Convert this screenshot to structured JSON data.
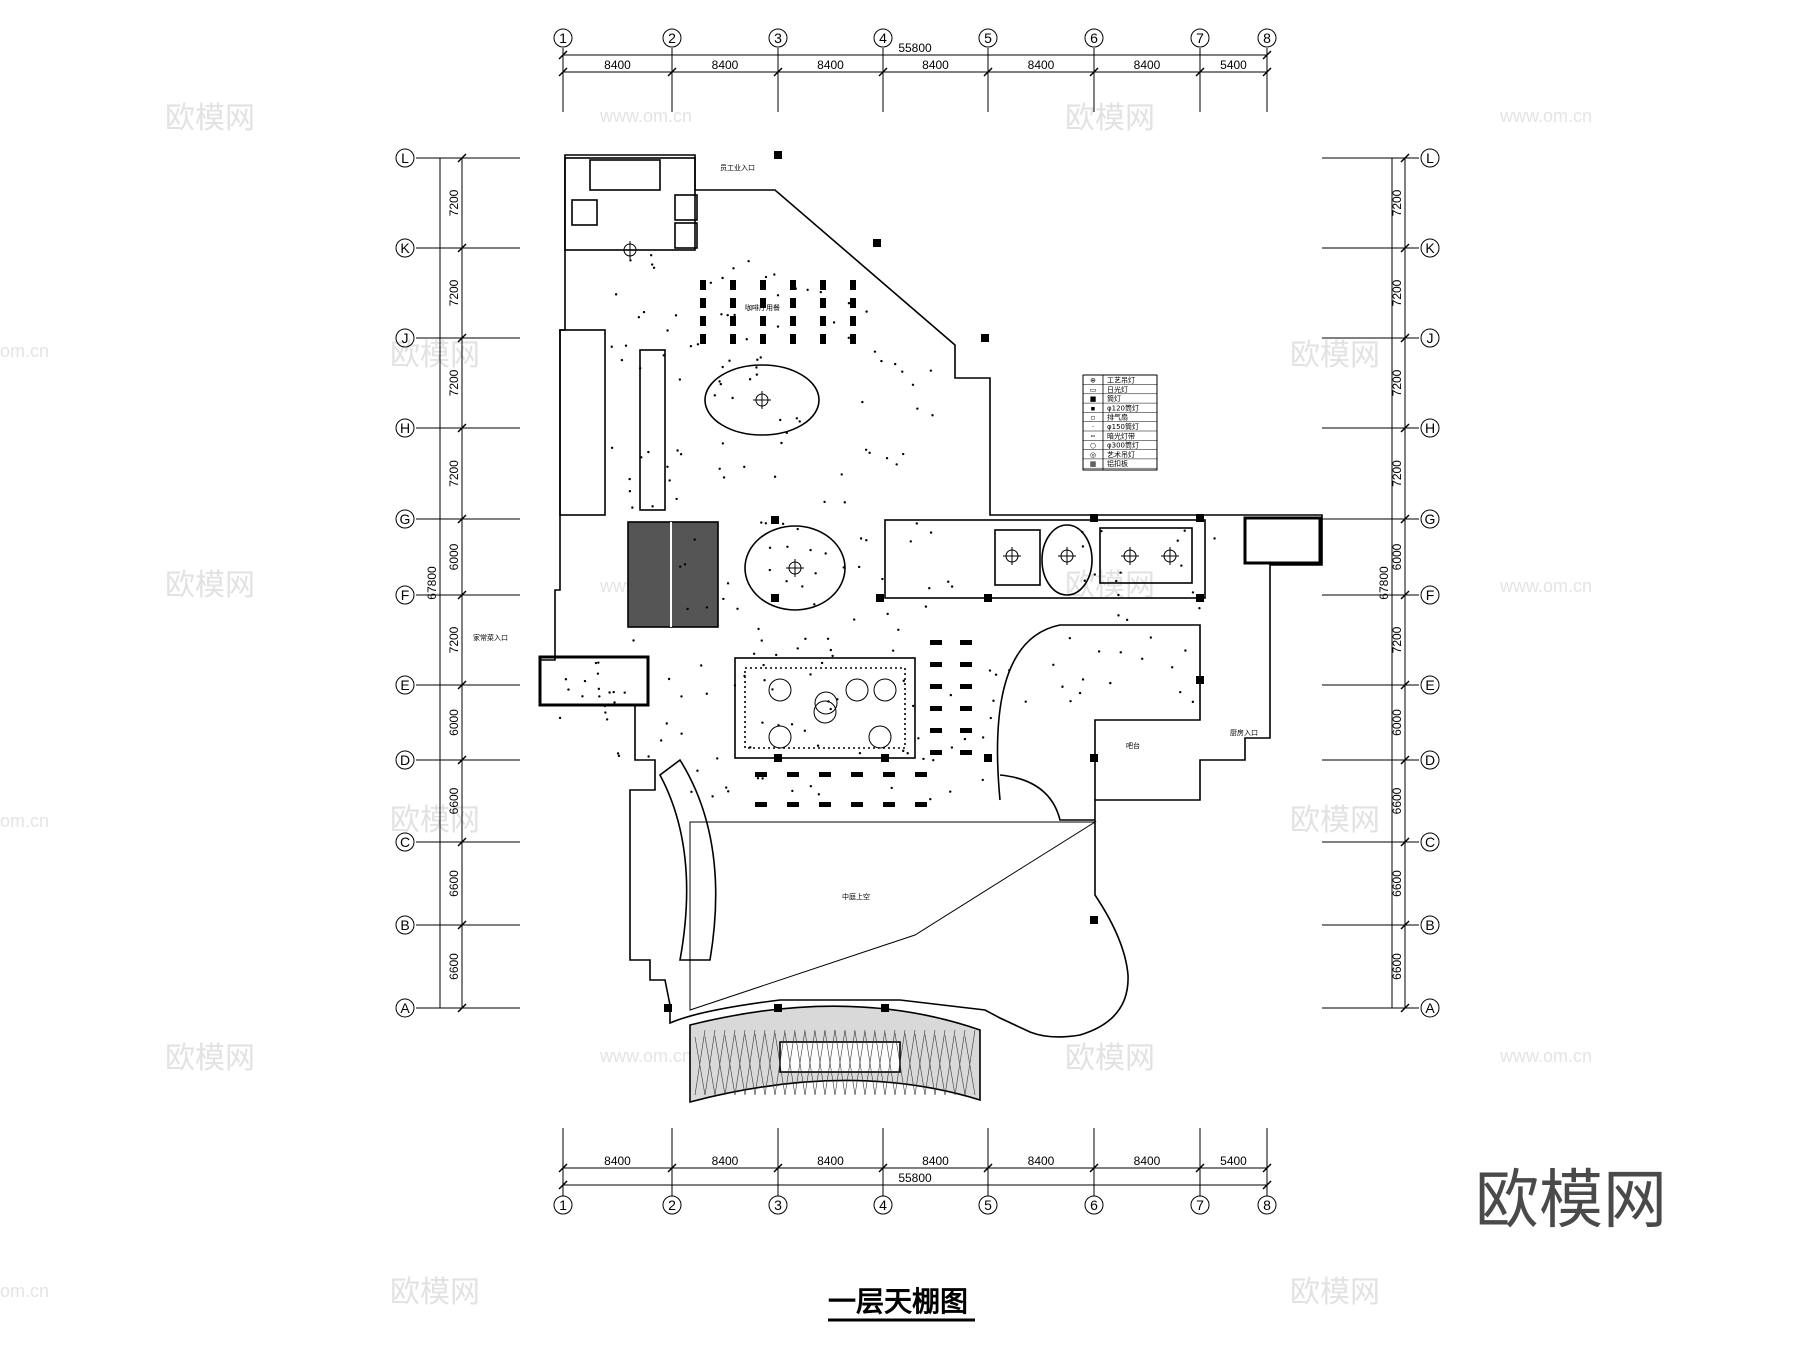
{
  "drawing": {
    "title": "一层天棚图",
    "logo": "欧模网"
  },
  "grid": {
    "columns": [
      "1",
      "2",
      "3",
      "4",
      "5",
      "6",
      "7",
      "8"
    ],
    "column_spacings": [
      "8400",
      "8400",
      "8400",
      "8400",
      "8400",
      "8400",
      "5400"
    ],
    "total_width": "55800",
    "rows": [
      "L",
      "K",
      "J",
      "H",
      "G",
      "F",
      "E",
      "D",
      "C",
      "B",
      "A"
    ],
    "row_spacings": [
      "7200",
      "7200",
      "7200",
      "7200",
      "6000",
      "7200",
      "6000",
      "6600",
      "6600",
      "6600"
    ],
    "total_height": "67800"
  },
  "labels": {
    "staff_entrance": "员工业入口",
    "restaurant": "咖啡厅用餐",
    "side_entrance": "家常菜入口",
    "atrium_upper": "中庭上空",
    "right_entrance": "厨房入口",
    "bar": "吧台"
  },
  "legend": {
    "rows": [
      {
        "symbol": "⊕",
        "text": "工艺吊灯"
      },
      {
        "symbol": "▭",
        "text": "日光灯"
      },
      {
        "symbol": "■",
        "text": "筒灯"
      },
      {
        "symbol": "▪",
        "text": "φ120筒灯"
      },
      {
        "symbol": "▫",
        "text": "排气扇"
      },
      {
        "symbol": "·",
        "text": "φ150筒灯"
      },
      {
        "symbol": "┅",
        "text": "暗光灯带"
      },
      {
        "symbol": "○",
        "text": "φ300筒灯"
      },
      {
        "symbol": "◎",
        "text": "艺术吊灯"
      },
      {
        "symbol": "▦",
        "text": "铝扣板"
      }
    ]
  },
  "watermarks": {
    "brand": "欧模网",
    "url": "www.om.cn",
    "url_partial": "om.cn"
  }
}
